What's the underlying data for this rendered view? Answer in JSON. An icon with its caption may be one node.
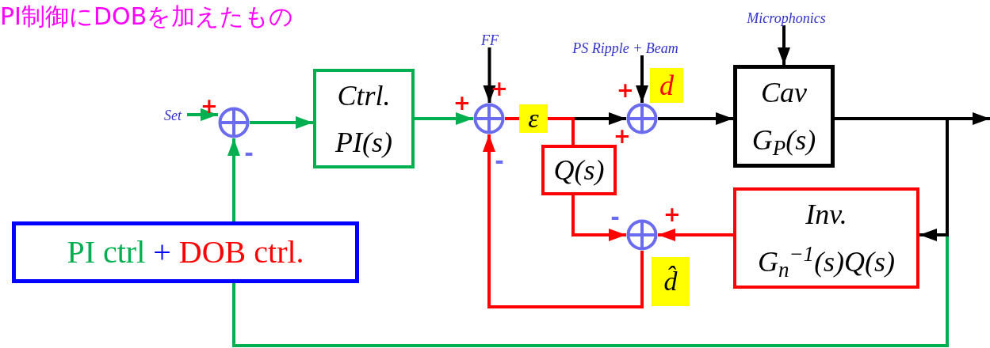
{
  "diagram": {
    "title": "PI制御にDOBを加えたもの",
    "nodes": [
      {
        "text": [
          "Set"
        ]
      },
      {
        "text": [],
        "shape": "circle"
      },
      {
        "text": [
          "Ctrl.",
          "PI(s)"
        ]
      },
      {
        "text": [],
        "shape": "circle"
      },
      {
        "text": [
          "FF"
        ]
      },
      {
        "text": [
          "PS Ripple + Beam"
        ]
      },
      {
        "text": [],
        "shape": "circle"
      },
      {
        "text": [
          "Microphonics"
        ]
      },
      {
        "text": [
          "Cav",
          "G$_{P}$(s)"
        ]
      },
      {
        "text": [
          "Q(s)"
        ]
      },
      {
        "text": [],
        "shape": "circle"
      },
      {
        "text": [
          "Inv.",
          "G$_{n}$$^{−1}$(s)Q(s)"
        ]
      },
      {
        "text": [
          "PI ctrl",
          "+",
          "DOB ctrl."
        ]
      }
    ],
    "edges": [
      {
        "from": 0,
        "to": 1,
        "arrow": "to",
        "color": "#00b050"
      },
      {
        "from": 1,
        "to": 2,
        "arrow": "to",
        "color": "#00b050"
      },
      {
        "from": 2,
        "to": 3,
        "arrow": "to",
        "color": "#00b050"
      },
      {
        "from": 8,
        "to": 12,
        "arrow": "none",
        "color": "#00b050"
      },
      {
        "from": 12,
        "to": 1,
        "arrow": "to",
        "color": "#00b050"
      },
      {
        "from": 4,
        "to": 3,
        "arrow": "to"
      },
      {
        "from": 3,
        "to": 6,
        "arrow": "to"
      },
      {
        "from": 5,
        "to": 6,
        "arrow": "to"
      },
      {
        "from": 6,
        "to": 8,
        "arrow": "to"
      },
      {
        "from": 7,
        "to": 8,
        "arrow": "to"
      },
      {
        "from": 8,
        "to": null,
        "arrow": "to"
      },
      {
        "from": 8,
        "to": 11,
        "arrow": "to"
      },
      {
        "from": 3,
        "to": 9,
        "arrow": "none",
        "color": "#ff0000"
      },
      {
        "from": 9,
        "to": 10,
        "arrow": "to",
        "color": "#ff0000"
      },
      {
        "from": 11,
        "to": 10,
        "arrow": "to",
        "color": "#ff0000"
      },
      {
        "from": 10,
        "to": 3,
        "arrow": "to",
        "color": "#ff0000"
      }
    ],
    "labels": [
      "d",
      "+",
      "+",
      "+",
      "+",
      "ε",
      "+",
      "-",
      "-",
      "+",
      "-",
      "d̂"
    ]
  }
}
